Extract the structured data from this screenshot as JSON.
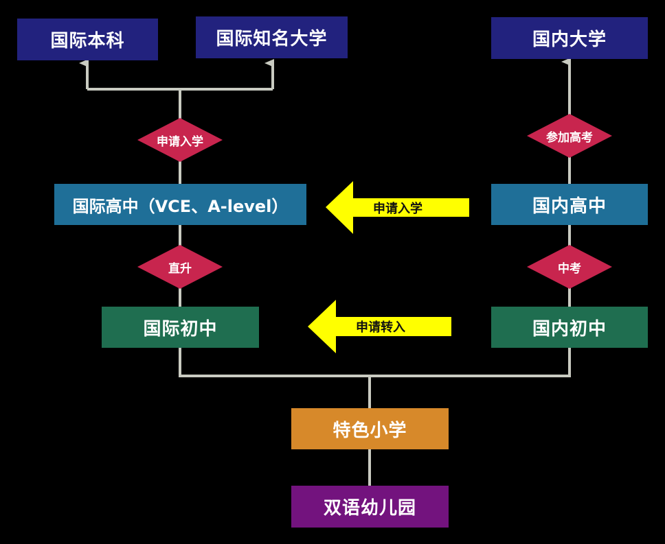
{
  "colors": {
    "background": "#000000",
    "connector": "#c9cbc1",
    "university": "#22227e",
    "high_school": "#1f6f98",
    "middle_school": "#1f6e50",
    "primary": "#d7892a",
    "kindergarten": "#73137e",
    "decision": "#c8254e",
    "transfer_arrow": "#ffff00"
  },
  "nodes": {
    "intl_undergrad": "国际本科",
    "intl_famous_univ": "国际知名大学",
    "domestic_univ": "国内大学",
    "intl_high": "国际高中（VCE、A-level）",
    "domestic_high": "国内高中",
    "intl_middle": "国际初中",
    "domestic_middle": "国内初中",
    "special_primary": "特色小学",
    "bilingual_kindergarten": "双语幼儿园"
  },
  "decisions": {
    "apply_admission": "申请入学",
    "gaokao": "参加高考",
    "direct_promotion": "直升",
    "zhongkao": "中考"
  },
  "transfers": {
    "high_transfer": "申请入学",
    "middle_transfer": "申请转入"
  }
}
